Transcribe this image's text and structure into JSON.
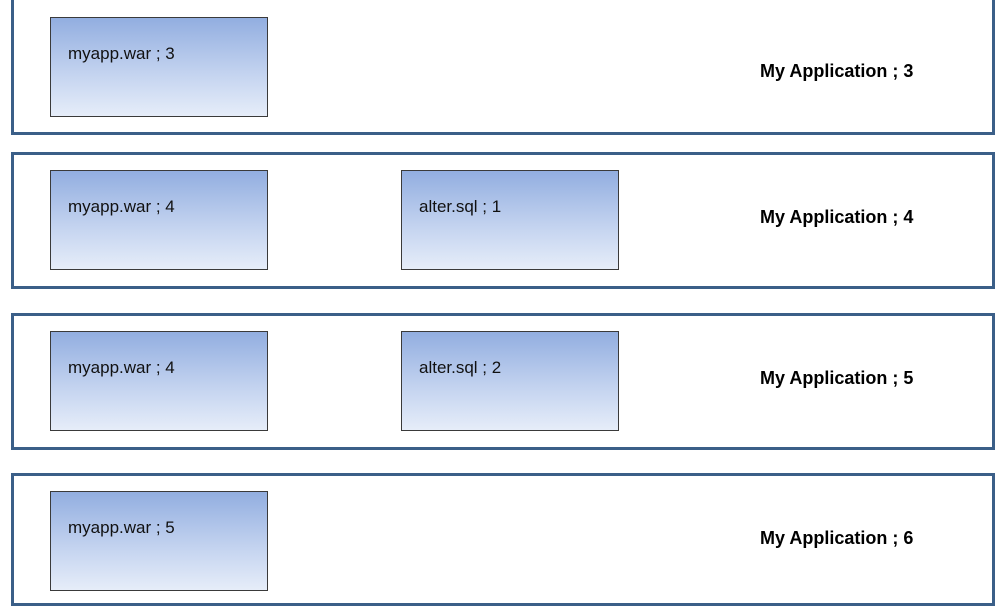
{
  "rows": [
    {
      "artifacts": [
        "myapp.war ; 3"
      ],
      "application": "My Application ; 3"
    },
    {
      "artifacts": [
        "myapp.war ; 4",
        "alter.sql ; 1"
      ],
      "application": "My Application ; 4"
    },
    {
      "artifacts": [
        "myapp.war ; 4",
        "alter.sql ; 2"
      ],
      "application": "My Application ; 5"
    },
    {
      "artifacts": [
        "myapp.war ; 5"
      ],
      "application": "My Application ; 6"
    }
  ],
  "colors": {
    "band_border": "#3b5f88",
    "artifact_fill_top": "#92aee0",
    "artifact_fill_bottom": "#e6edf9",
    "artifact_border": "#3a3a3a"
  }
}
